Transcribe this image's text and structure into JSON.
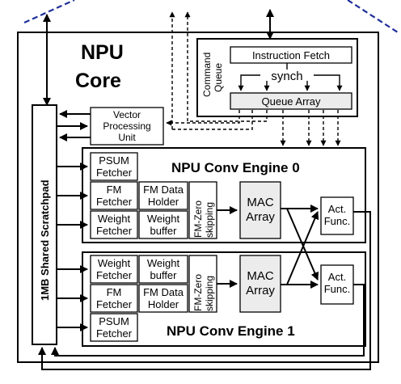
{
  "core": {
    "line1": "NPU",
    "line2": "Core"
  },
  "scratchpad": {
    "label": "1MB Shared Scratchpad"
  },
  "vector_unit": {
    "line1": "Vector",
    "line2": "Processing",
    "line3": "Unit"
  },
  "command_queue": {
    "label_line1": "Command",
    "label_line2": "Queue",
    "instruction_fetch": "Instruction Fetch",
    "synch": "synch",
    "queue_array": "Queue Array"
  },
  "engine0": {
    "title": "NPU Conv Engine 0",
    "psum_fetcher": [
      "PSUM",
      "Fetcher"
    ],
    "fm_fetcher": [
      "FM",
      "Fetcher"
    ],
    "fm_data_holder": [
      "FM Data",
      "Holder"
    ],
    "weight_fetcher": [
      "Weight",
      "Fetcher"
    ],
    "weight_buffer": [
      "Weight",
      "buffer"
    ],
    "fm_zero_skipping": [
      "FM-Zero",
      "skipping"
    ],
    "mac_array": [
      "MAC",
      "Array"
    ],
    "act_func": [
      "Act.",
      "Func."
    ]
  },
  "engine1": {
    "title": "NPU Conv Engine 1",
    "weight_fetcher": [
      "Weight",
      "Fetcher"
    ],
    "weight_buffer": [
      "Weight",
      "buffer"
    ],
    "fm_fetcher": [
      "FM",
      "Fetcher"
    ],
    "fm_data_holder": [
      "FM Data",
      "Holder"
    ],
    "psum_fetcher": [
      "PSUM",
      "Fetcher"
    ],
    "fm_zero_skipping": [
      "FM-Zero",
      "skipping"
    ],
    "mac_array": [
      "MAC",
      "Array"
    ],
    "act_func": [
      "Act.",
      "Func."
    ]
  }
}
